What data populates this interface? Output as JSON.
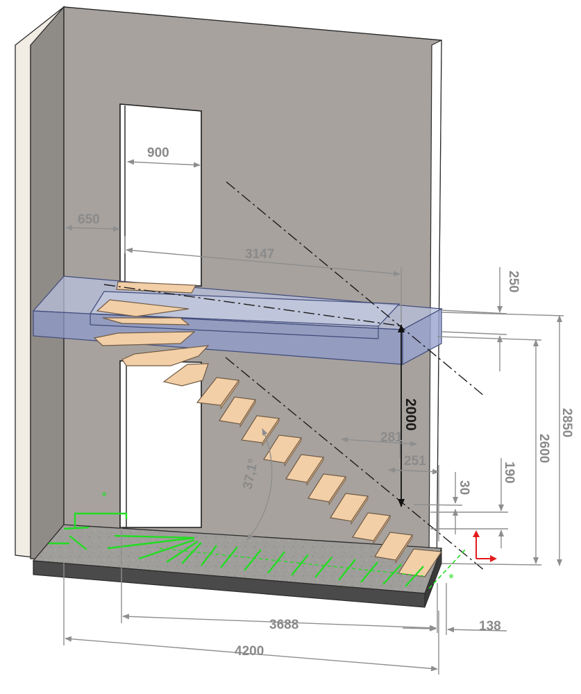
{
  "dimensions": {
    "d900": "900",
    "d650": "650",
    "d3147": "3147",
    "d250": "250",
    "d2000": "2000",
    "d281": "281",
    "d251": "251",
    "d2600": "2600",
    "d2850": "2850",
    "d190": "190",
    "d30": "30",
    "angle": "37,1°",
    "d3688": "3688",
    "d138": "138",
    "d4200": "4200"
  },
  "colors": {
    "wall": "#a7a29e",
    "wall_side": "#f1ece4",
    "slab_blue": "#8e9bc9",
    "tread": "#f2cfa7",
    "floor": "#9c9a98",
    "sketch_green": "#22dd22",
    "axis_red": "#e31b1b"
  }
}
